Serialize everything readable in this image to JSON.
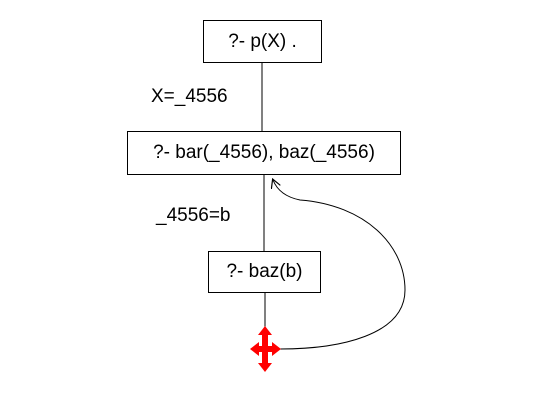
{
  "diagram": {
    "nodes": {
      "query": "?- p(X) .",
      "bar_baz": "?- bar(_4556), baz(_4556)",
      "baz": "?- baz(b)"
    },
    "edges": {
      "query_to_bar_baz": "X=_4556",
      "bar_baz_to_baz": "_4556=b"
    },
    "failure_marker": {
      "icon": "failure-cross-icon",
      "color": "#ff0000"
    },
    "colors": {
      "line": "#000000",
      "box_border": "#000000",
      "failure": "#ff0000"
    }
  }
}
